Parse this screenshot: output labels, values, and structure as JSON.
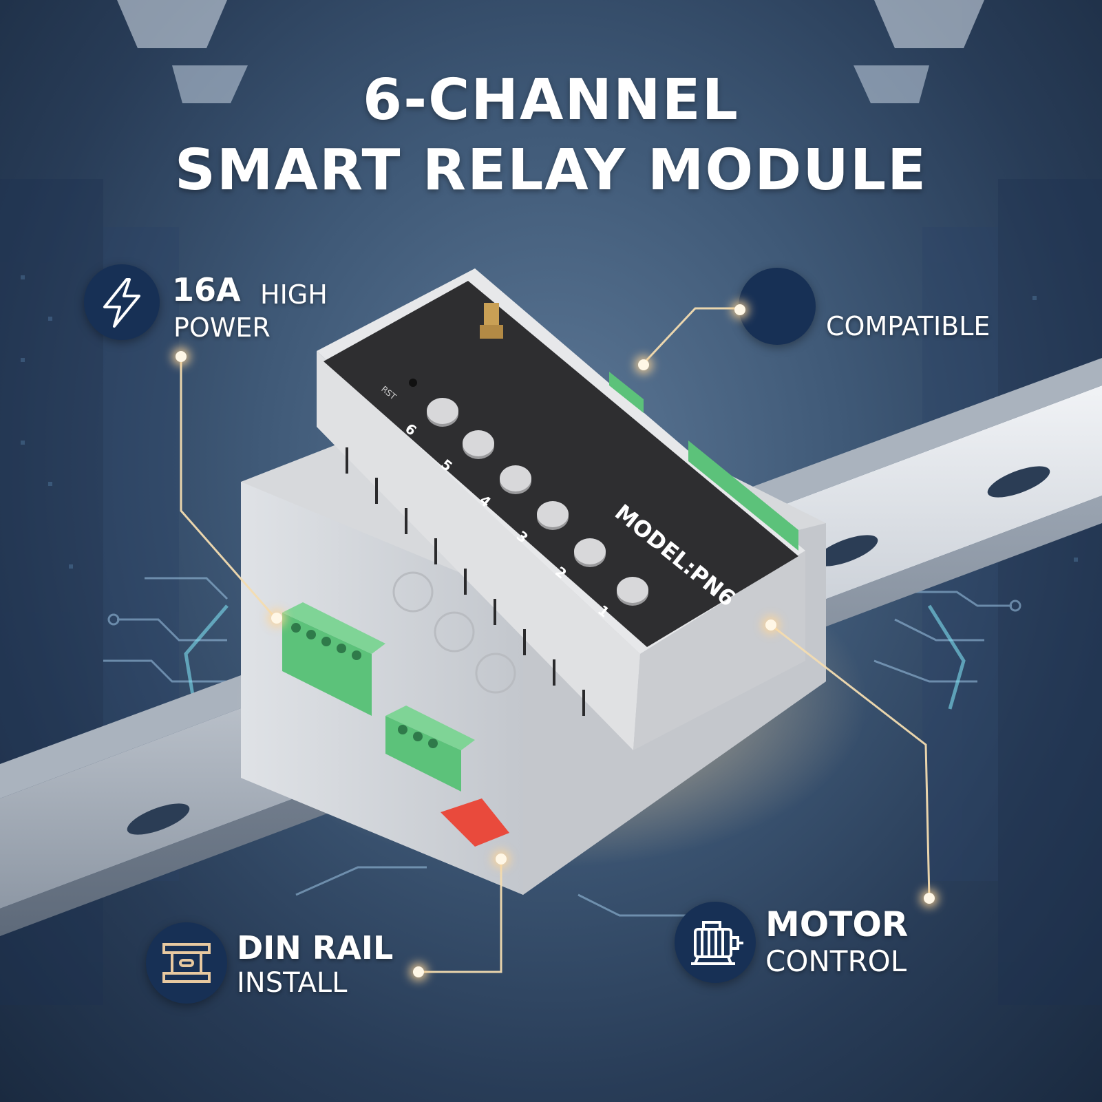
{
  "title": {
    "line1": "6-CHANNEL",
    "line2": "SMART RELAY MODULE"
  },
  "features": {
    "power": {
      "strong": "16A",
      "light": "HIGH",
      "line2": "POWER",
      "icon": "lightning-bolt-icon"
    },
    "compatible": {
      "line1": "COMPATIBLE",
      "icon": "blank-badge-icon"
    },
    "din_rail": {
      "line1": "DIN RAIL",
      "line2": "INSTALL",
      "icon": "din-rail-icon"
    },
    "motor": {
      "line1": "MOTOR",
      "line2": "CONTROL",
      "icon": "motor-icon"
    }
  },
  "device": {
    "model": "MODEL:PN6",
    "reset_label": "RST",
    "channels": [
      "1",
      "2",
      "3",
      "4",
      "5",
      "6"
    ],
    "colors": {
      "housing": "#dedfe1",
      "panel": "#2e2e30",
      "terminal": "#5cc27a",
      "latch": "#e94a3c"
    }
  },
  "colors": {
    "badge": "#173055",
    "text": "#ffffff",
    "accent_line": "#f3dcb0"
  }
}
